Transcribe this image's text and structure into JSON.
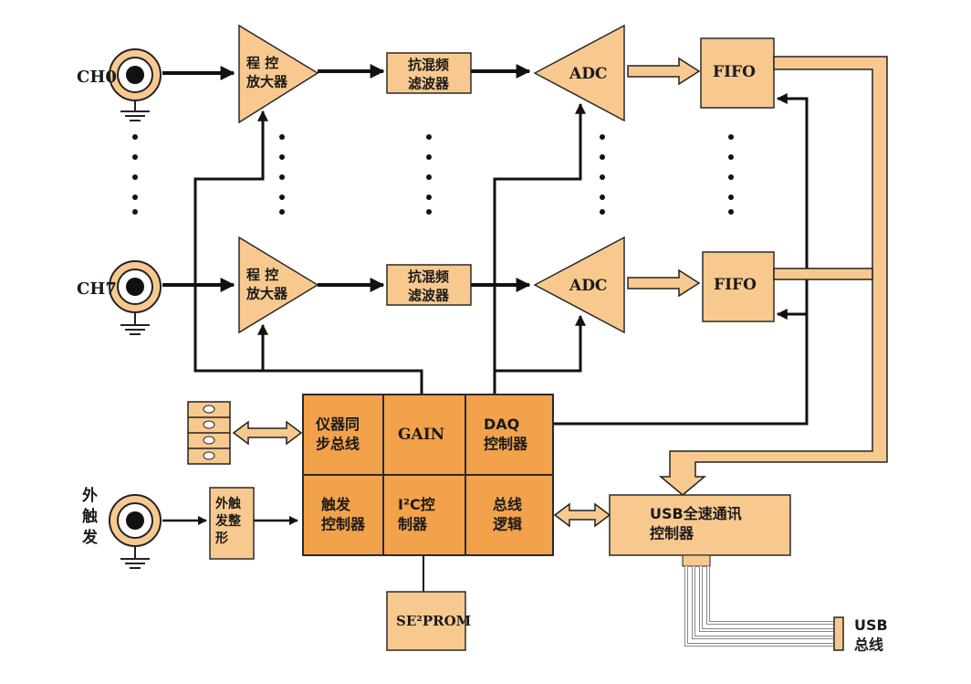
{
  "channels": {
    "ch0": "CH0",
    "ch7": "CH7",
    "ext_trigger": "外\n触\n发"
  },
  "blocks": {
    "pga": "程 控\n放大器",
    "filter": "抗混频\n滤波器",
    "adc": "ADC",
    "fifo": "FIFO",
    "ext_shaper": "外触\n发整\n形",
    "eeprom": "SE²PROM",
    "usb_ctrl": "USB全速通讯\n控制器",
    "usb_bus": "USB\n总线"
  },
  "fpga": {
    "sync_bus": "仪器同\n步总线",
    "gain": "GAIN",
    "daq_ctrl": "DAQ\n控制器",
    "trigger_ctrl": "触发\n控制器",
    "i2c_ctrl": "I²C控\n制器",
    "bus_logic": "总线\n逻辑"
  },
  "colors": {
    "light_fill": "#f8c98f",
    "dark_fill": "#f2a24a",
    "wire": "#111111"
  }
}
